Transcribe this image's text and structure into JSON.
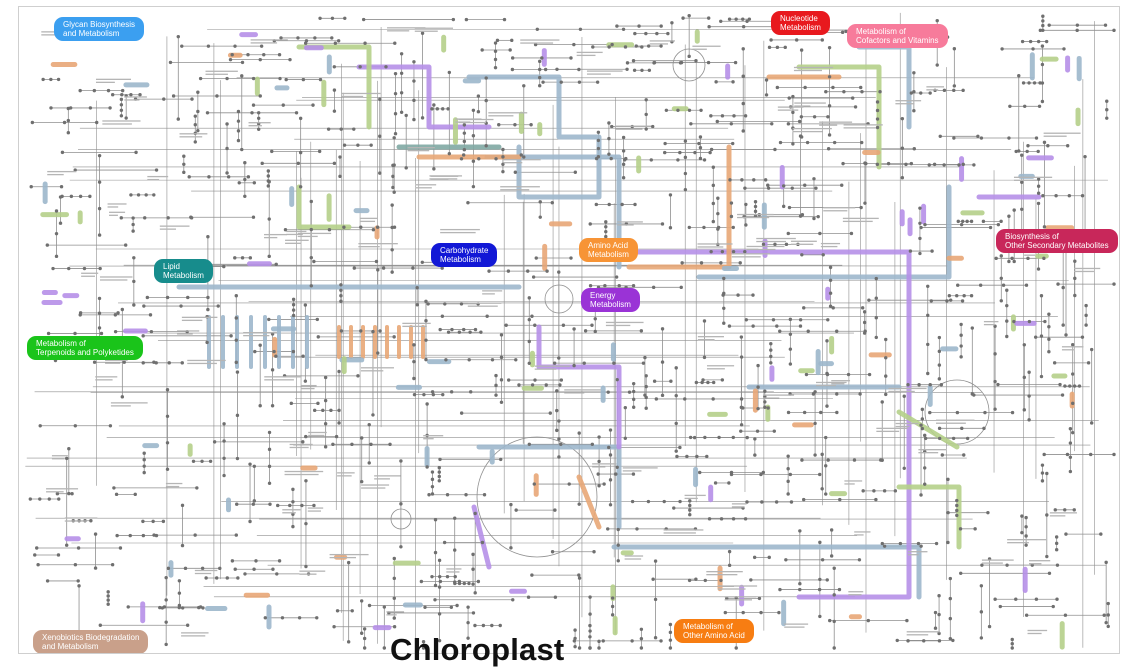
{
  "caption": "Chloroplast",
  "colors": {
    "background": "#ffffff",
    "line": "#8f8f8f",
    "node": "#6f6f6f",
    "blue": "#9db7cc",
    "purple": "#b690e8",
    "orange": "#e8a777",
    "green": "#b5d08a",
    "teal": "#7fa8a3"
  },
  "categories": {
    "glycan": {
      "label": "Glycan Biosynthesis\nand Metabolism",
      "color": "#3b9ff0"
    },
    "nucleotide": {
      "label": "Nucleotide\nMetabolism",
      "color": "#e8191e"
    },
    "cofactors": {
      "label": "Metabolism of\nCofactors and Vitamins",
      "color": "#f77b9b"
    },
    "secondary": {
      "label": "Biosynthesis of\nOther Secondary Metabolites",
      "color": "#c8275a"
    },
    "carbohydrate": {
      "label": "Carbohydrate\nMetabolism",
      "color": "#1218d6"
    },
    "amino_acid": {
      "label": "Amino Acid\nMetabolism",
      "color": "#f79436"
    },
    "energy": {
      "label": "Energy\nMetabolism",
      "color": "#9a33d6"
    },
    "lipid": {
      "label": "Lipid\nMetabolism",
      "color": "#178c8c"
    },
    "terpenoids": {
      "label": "Metabolism of\nTerpenoids and Polyketides",
      "color": "#1ac41a"
    },
    "xenobiotics": {
      "label": "Xenobiotics Biodegradation\nand Metabolism",
      "color": "#c9a08a"
    },
    "other_amino": {
      "label": "Metabolism of\nOther Amino Acid",
      "color": "#f77d12"
    }
  }
}
